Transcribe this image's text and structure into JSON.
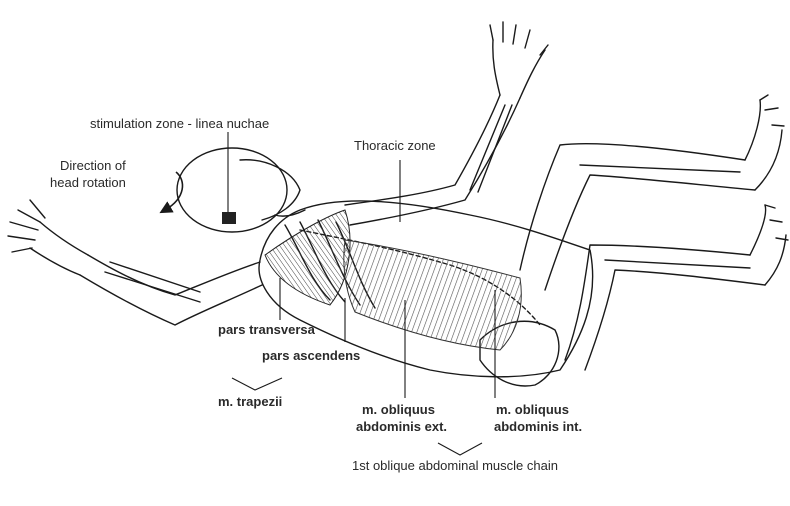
{
  "labels": {
    "stimulation_zone": "stimulation zone - linea nuchae",
    "direction_line1": "Direction of",
    "direction_line2": "head rotation",
    "thoracic_zone": "Thoracic zone",
    "pars_transversa": "pars transversa",
    "pars_ascendens": "pars ascendens",
    "m_trapezii": "m. trapezii",
    "obliquus_ext_line1": "m. obliquus",
    "obliquus_ext_line2": "abdominis ext.",
    "obliquus_int_line1": "m. obliquus",
    "obliquus_int_line2": "abdominis int.",
    "chain": "1st oblique abdominal muscle chain"
  },
  "colors": {
    "line": "#1a1a1a",
    "muscle_hatch": "#555555",
    "text": "#2a2a2a"
  }
}
